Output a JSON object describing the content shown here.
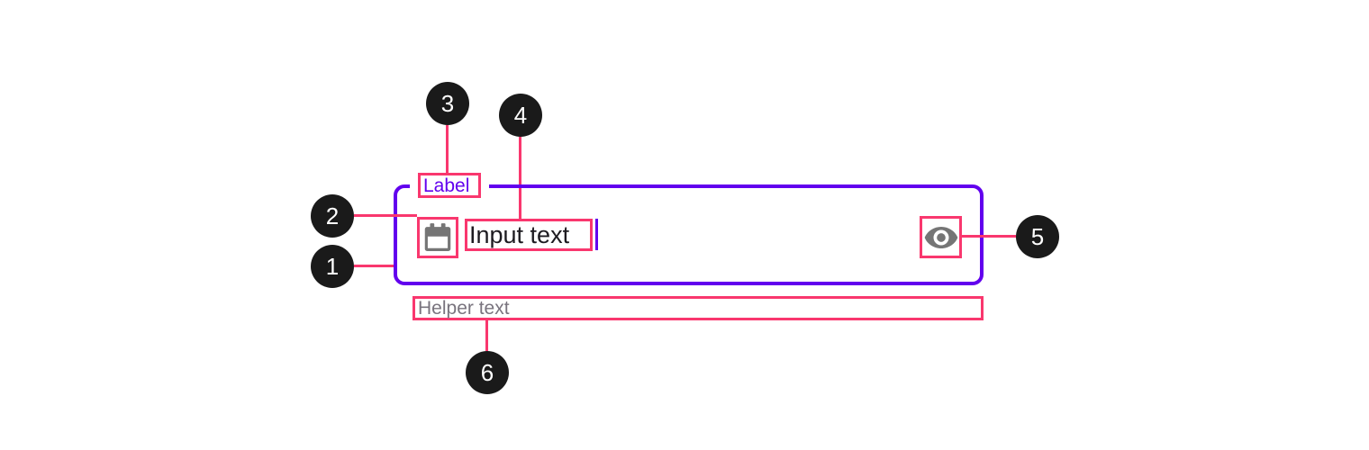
{
  "component": {
    "label": "Label",
    "input_text": "Input text",
    "helper_text": "Helper text"
  },
  "icons": {
    "leading": "calendar-icon",
    "trailing": "visibility-icon"
  },
  "markers": [
    {
      "number": "1",
      "target": "container"
    },
    {
      "number": "2",
      "target": "leading-icon"
    },
    {
      "number": "3",
      "target": "label"
    },
    {
      "number": "4",
      "target": "input-text"
    },
    {
      "number": "5",
      "target": "trailing-icon"
    },
    {
      "number": "6",
      "target": "helper-text"
    }
  ],
  "colors": {
    "primary_purple": "#6200EE",
    "annotation_pink": "#F9376E",
    "marker_background": "#1A1A1A",
    "icon_gray": "#757575",
    "input_text": "#1D1B20",
    "helper_text": "#79747E"
  }
}
